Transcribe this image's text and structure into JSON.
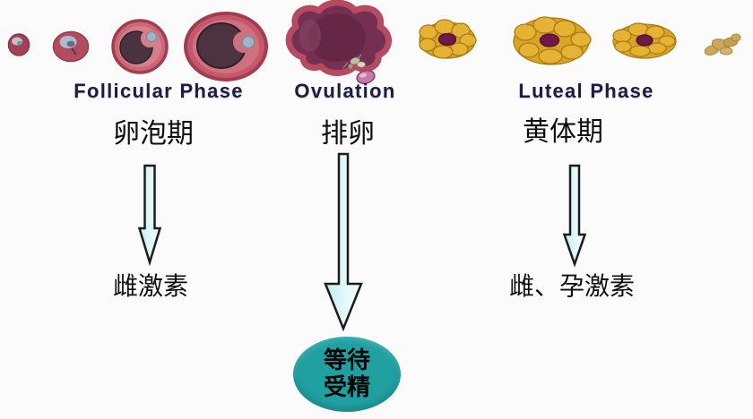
{
  "phases": [
    {
      "label_en": "Follicular Phase",
      "label_zh": "卵泡期",
      "hormone": "雌激素"
    },
    {
      "label_en": "Ovulation",
      "label_zh": "排卵"
    },
    {
      "label_en": "Luteal Phase",
      "label_zh": "黄体期",
      "hormone": "雌、孕激素"
    }
  ],
  "bubble": {
    "line1": "等待",
    "line2": "受精"
  },
  "illustrations": [
    "primordial-follicle",
    "growing-follicle",
    "secondary-follicle",
    "mature-follicle",
    "ovulating-follicle-releasing-egg",
    "corpus-luteum-forming",
    "corpus-luteum-mature",
    "corpus-luteum-regressing",
    "corpus-albicans"
  ],
  "colors": {
    "background": "#fbfbfc",
    "phase_label_text": "#1d1d44",
    "body_text": "#0e0e0e",
    "arrow_fill_light": "#c3eaef",
    "arrow_fill_pale": "#f2fdfe",
    "arrow_stroke": "#1c1c1c",
    "bubble_fill": "#21a0a2",
    "follicle_ring_pink": "#c5596b",
    "follicle_inner_pink": "#cf7280",
    "follicle_core_dark": "#4c333f",
    "oocyte_blue_gray": "#9db6c6",
    "ovulation_wall": "#b64a60",
    "ovulation_core": "#742f51",
    "egg_pink": "#c87aa6",
    "luteum_yellow": "#e5b234",
    "luteum_outline": "#a87c14",
    "luteum_center_magenta": "#701848",
    "regressed_tan": "#c9a95e"
  }
}
